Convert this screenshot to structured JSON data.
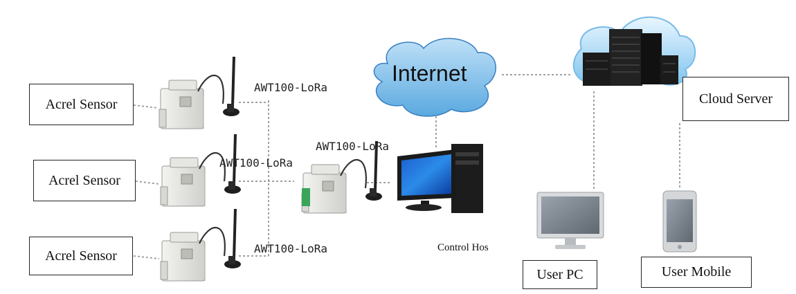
{
  "sensors": [
    {
      "label": "Acrel Sensor"
    },
    {
      "label": "Acrel Sensor"
    },
    {
      "label": "Acrel Sensor"
    }
  ],
  "node_labels": [
    "AWT100-LoRa",
    "AWT100-LoRa",
    "AWT100-LoRa"
  ],
  "gateway_label": "AWT100-LoRa",
  "internet_label": "Internet",
  "control_host_label": "Control Hos",
  "cloud_server_label": "Cloud Server",
  "user_pc_label": "User PC",
  "user_mobile_label": "User Mobile",
  "icons": [
    "lora-module-icon",
    "desktop-computer-icon",
    "cloud-icon",
    "server-rack-icon",
    "monitor-icon",
    "smartphone-icon"
  ]
}
